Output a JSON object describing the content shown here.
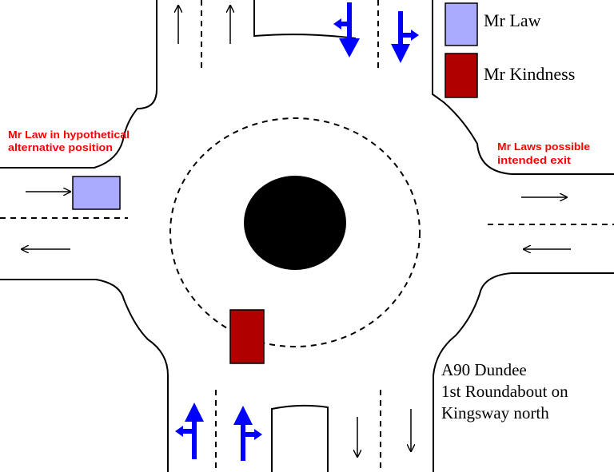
{
  "legend": {
    "items": [
      {
        "label": "Mr Law",
        "color": "#aaaaff"
      },
      {
        "label": "Mr Kindness",
        "color": "#b00000"
      }
    ]
  },
  "annotations": {
    "hypothetical_line1": "Mr Law in hypothetical",
    "hypothetical_line2": "alternative position",
    "exit_line1": "Mr Laws possible",
    "exit_line2": "intended exit"
  },
  "location": {
    "line1": "A90 Dundee",
    "line2": "1st Roundabout on",
    "line3": "Kingsway north"
  },
  "colors": {
    "lane_arrow_blue": "#0000ff",
    "mr_law": "#aaaaff",
    "mr_kindness": "#b00000",
    "annotation_red": "#ff0000",
    "island": "#000000"
  }
}
